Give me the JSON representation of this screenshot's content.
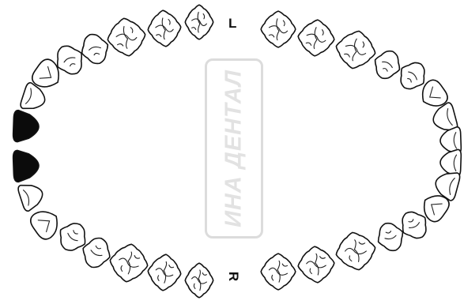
{
  "diagram": {
    "labels": {
      "upper_side": "L",
      "lower_side": "R"
    },
    "watermark": "ИНА ДЕНТАЛ",
    "colors": {
      "outline": "#111111",
      "tooth_fill": "#ffffff",
      "marked_fill": "#0b0b0b",
      "watermark": "#dcdcdc"
    },
    "arches": [
      {
        "id": "left-arch",
        "teeth": [
          {
            "type": "molar",
            "marked": false
          },
          {
            "type": "molar",
            "marked": false
          },
          {
            "type": "molar",
            "marked": false
          },
          {
            "type": "premolar",
            "marked": false
          },
          {
            "type": "premolar",
            "marked": false
          },
          {
            "type": "canine",
            "marked": false
          },
          {
            "type": "incisor",
            "marked": false
          },
          {
            "type": "incisor",
            "marked": true
          },
          {
            "type": "incisor",
            "marked": true
          },
          {
            "type": "incisor",
            "marked": false
          },
          {
            "type": "canine",
            "marked": false
          },
          {
            "type": "premolar",
            "marked": false
          },
          {
            "type": "premolar",
            "marked": false
          },
          {
            "type": "molar",
            "marked": false
          },
          {
            "type": "molar",
            "marked": false
          },
          {
            "type": "molar",
            "marked": false
          }
        ]
      },
      {
        "id": "right-arch",
        "teeth": [
          {
            "type": "molar",
            "marked": false
          },
          {
            "type": "molar",
            "marked": false
          },
          {
            "type": "molar",
            "marked": false
          },
          {
            "type": "premolar",
            "marked": false
          },
          {
            "type": "premolar",
            "marked": false
          },
          {
            "type": "canine",
            "marked": false
          },
          {
            "type": "incisor",
            "marked": false
          },
          {
            "type": "incisor",
            "marked": false
          },
          {
            "type": "incisor",
            "marked": false
          },
          {
            "type": "incisor",
            "marked": false
          },
          {
            "type": "canine",
            "marked": false
          },
          {
            "type": "premolar",
            "marked": false
          },
          {
            "type": "premolar",
            "marked": false
          },
          {
            "type": "molar",
            "marked": false
          },
          {
            "type": "molar",
            "marked": false
          },
          {
            "type": "molar",
            "marked": false
          }
        ]
      }
    ]
  }
}
